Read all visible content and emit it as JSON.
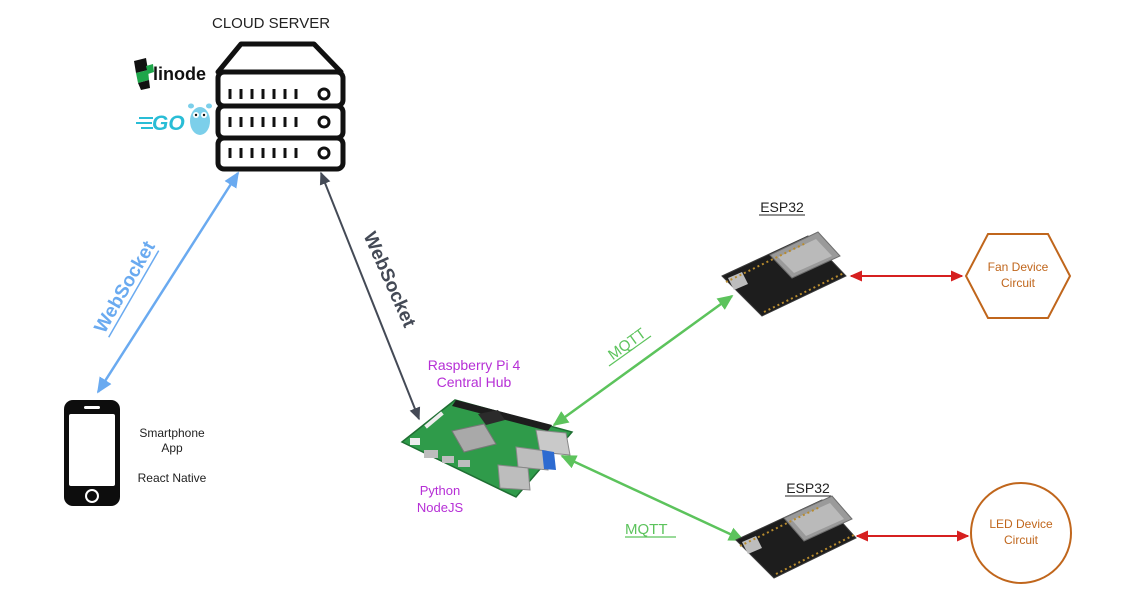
{
  "cloud": {
    "title": "CLOUD SERVER",
    "hosting_logo": "linode",
    "language_logo": "GO"
  },
  "links": {
    "phone_cloud": "WebSocket",
    "pi_cloud": "WebSocket",
    "pi_esp_top": "MQTT",
    "pi_esp_bottom": "MQTT"
  },
  "smartphone": {
    "line1": "Smartphone",
    "line2": "App",
    "line3": "React Native"
  },
  "pi": {
    "title_line1": "Raspberry Pi 4",
    "title_line2": "Central Hub",
    "sub_line1": "Python",
    "sub_line2": "NodeJS"
  },
  "esp_top": {
    "label": "ESP32"
  },
  "esp_bottom": {
    "label": "ESP32"
  },
  "fan": {
    "line1": "Fan Device",
    "line2": "Circuit"
  },
  "led": {
    "line1": "LED Device",
    "line2": "Circuit"
  },
  "colors": {
    "websocket_blue": "#6aaaf0",
    "websocket_dark": "#444a56",
    "mqtt_green": "#5cc35c",
    "device_red": "#d62020",
    "device_brown": "#c0661c",
    "pi_green": "#2f9b4a",
    "label_purple": "#b62fd6"
  }
}
